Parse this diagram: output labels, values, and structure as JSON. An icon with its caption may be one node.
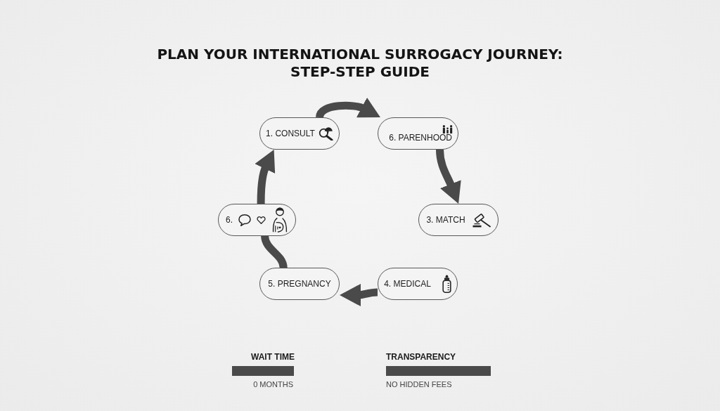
{
  "diagram": {
    "title": "PLAN YOUR INTERNATIONAL SURROGACY JOURNEY: STEP-STEP GUIDE",
    "nodes": [
      {
        "text": [
          "1. CONSULT"
        ]
      },
      {
        "text": [
          "6. PARENHOOD"
        ]
      },
      {
        "text": [
          "6."
        ]
      },
      {
        "text": [
          "3. MATCH"
        ]
      },
      {
        "text": [
          "5. PREGNANCY"
        ]
      },
      {
        "text": [
          "4. MEDICAL"
        ]
      }
    ],
    "edges": [
      {
        "from": 0,
        "to": 1,
        "arrow": "to"
      },
      {
        "from": 1,
        "to": 3,
        "arrow": "to"
      },
      {
        "from": 5,
        "to": 4,
        "arrow": "to"
      },
      {
        "from": 4,
        "to": 2,
        "arrow": "none"
      },
      {
        "from": 2,
        "to": 0,
        "arrow": "to"
      }
    ],
    "labels": [
      "WAIT TIME",
      "TRANSPARENCY",
      "0 MONTHS",
      "NO HIDDEN FEES"
    ]
  }
}
